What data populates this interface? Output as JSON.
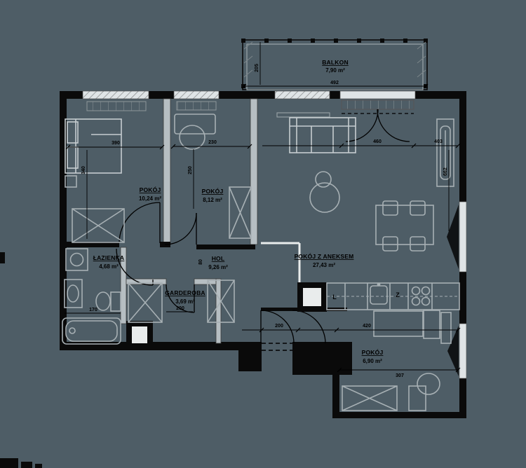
{
  "plan": {
    "rooms": [
      {
        "name": "BALKON",
        "area": "7,90 m²"
      },
      {
        "name": "POKÓJ",
        "area": "10,24 m²"
      },
      {
        "name": "POKÓJ",
        "area": "8,12 m²"
      },
      {
        "name": "ŁAZIENKA",
        "area": "4,68 m²"
      },
      {
        "name": "HOL",
        "area": "9,26 m²"
      },
      {
        "name": "GARDEROBA",
        "area": "3,69 m²"
      },
      {
        "name": "POKÓJ Z ANEKSEM",
        "area": "27,43 m²"
      },
      {
        "name": "POKÓJ",
        "area": "6,90 m²"
      }
    ],
    "dimensions": {
      "balcony_width": "492",
      "balcony_depth": "205",
      "room1_width": "390",
      "room1_height": "340",
      "room2_width": "230",
      "room2_height": "250",
      "room2_door": "80",
      "balcony_door_width": "460",
      "living_top_right": "403",
      "living_right_height": "662",
      "bathroom_width": "170",
      "garderoba_width": "200",
      "entry_width": "200",
      "kitchen_run": "420",
      "room3_width": "307"
    },
    "kitchen": {
      "fridge_label": "L",
      "sink_label": "Z"
    },
    "colors": {
      "background": "#4e5d66",
      "walls": "#0a0a0a",
      "furniture": "#a7b0b4",
      "interior_wall": "#b6bec2",
      "open_boundary": "#e9ecec",
      "text": "#000000"
    }
  }
}
